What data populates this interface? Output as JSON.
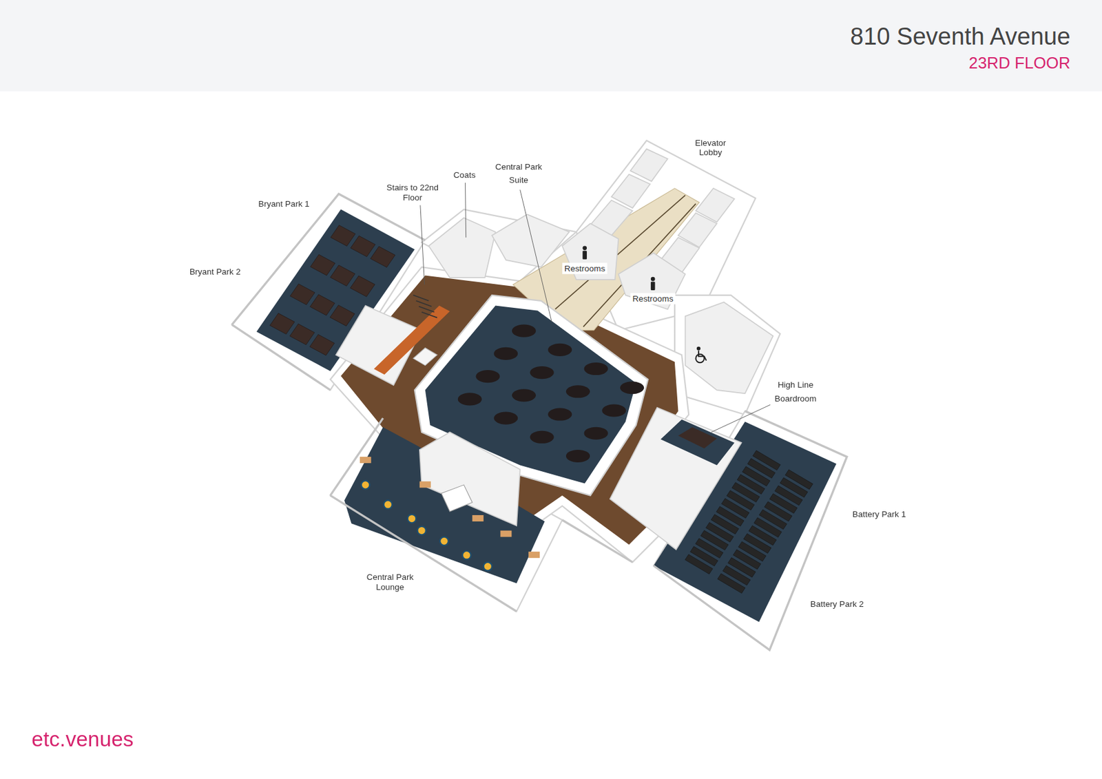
{
  "diagram": {
    "title": "810 Seventh Avenue",
    "nodes": [
      {
        "text": [
          "Restrooms"
        ]
      },
      {
        "text": [
          "Restrooms"
        ]
      }
    ],
    "labels": [
      "23RD FLOOR",
      "Elevator Lobby",
      "Central Park Suite",
      "Coats",
      "Stairs to 22nd Floor",
      "Bryant Park 1",
      "Bryant Park 2",
      "High Line Boardroom",
      "Battery Park 1",
      "Battery Park 2",
      "Central Park Lounge",
      "etc.venues"
    ]
  }
}
